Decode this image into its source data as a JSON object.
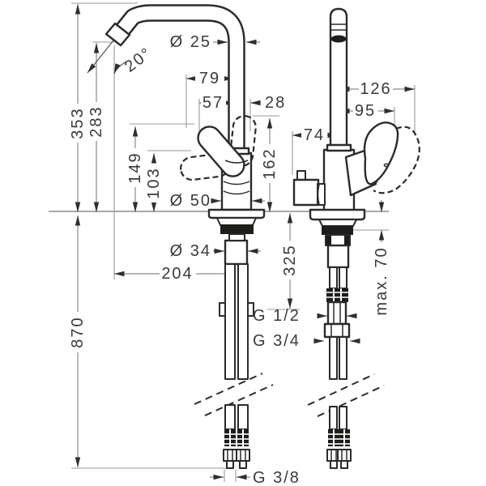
{
  "drawing_type": "faucet-installation-dimension-drawing",
  "views": {
    "left": "front-view",
    "right": "side-view"
  },
  "colors": {
    "line": "#2b2b2b",
    "dimension_line": "#8a8a8a",
    "text": "#3a3a3a",
    "background": "#ffffff"
  },
  "dims": {
    "dia25": "Ø 25",
    "angle20": "20°",
    "d79": "79",
    "d57": "57",
    "d28": "28",
    "d353": "353",
    "d283": "283",
    "d149": "149",
    "d103": "103",
    "d162": "162",
    "dia50": "Ø 50",
    "d126": "126",
    "d95": "95",
    "d74": "74",
    "dia34": "Ø 34",
    "d204": "204",
    "d325": "325",
    "max70": "max. 70",
    "d870": "870",
    "g12": "G 1/2",
    "g34": "G 3/4",
    "g38": "G 3/8"
  }
}
